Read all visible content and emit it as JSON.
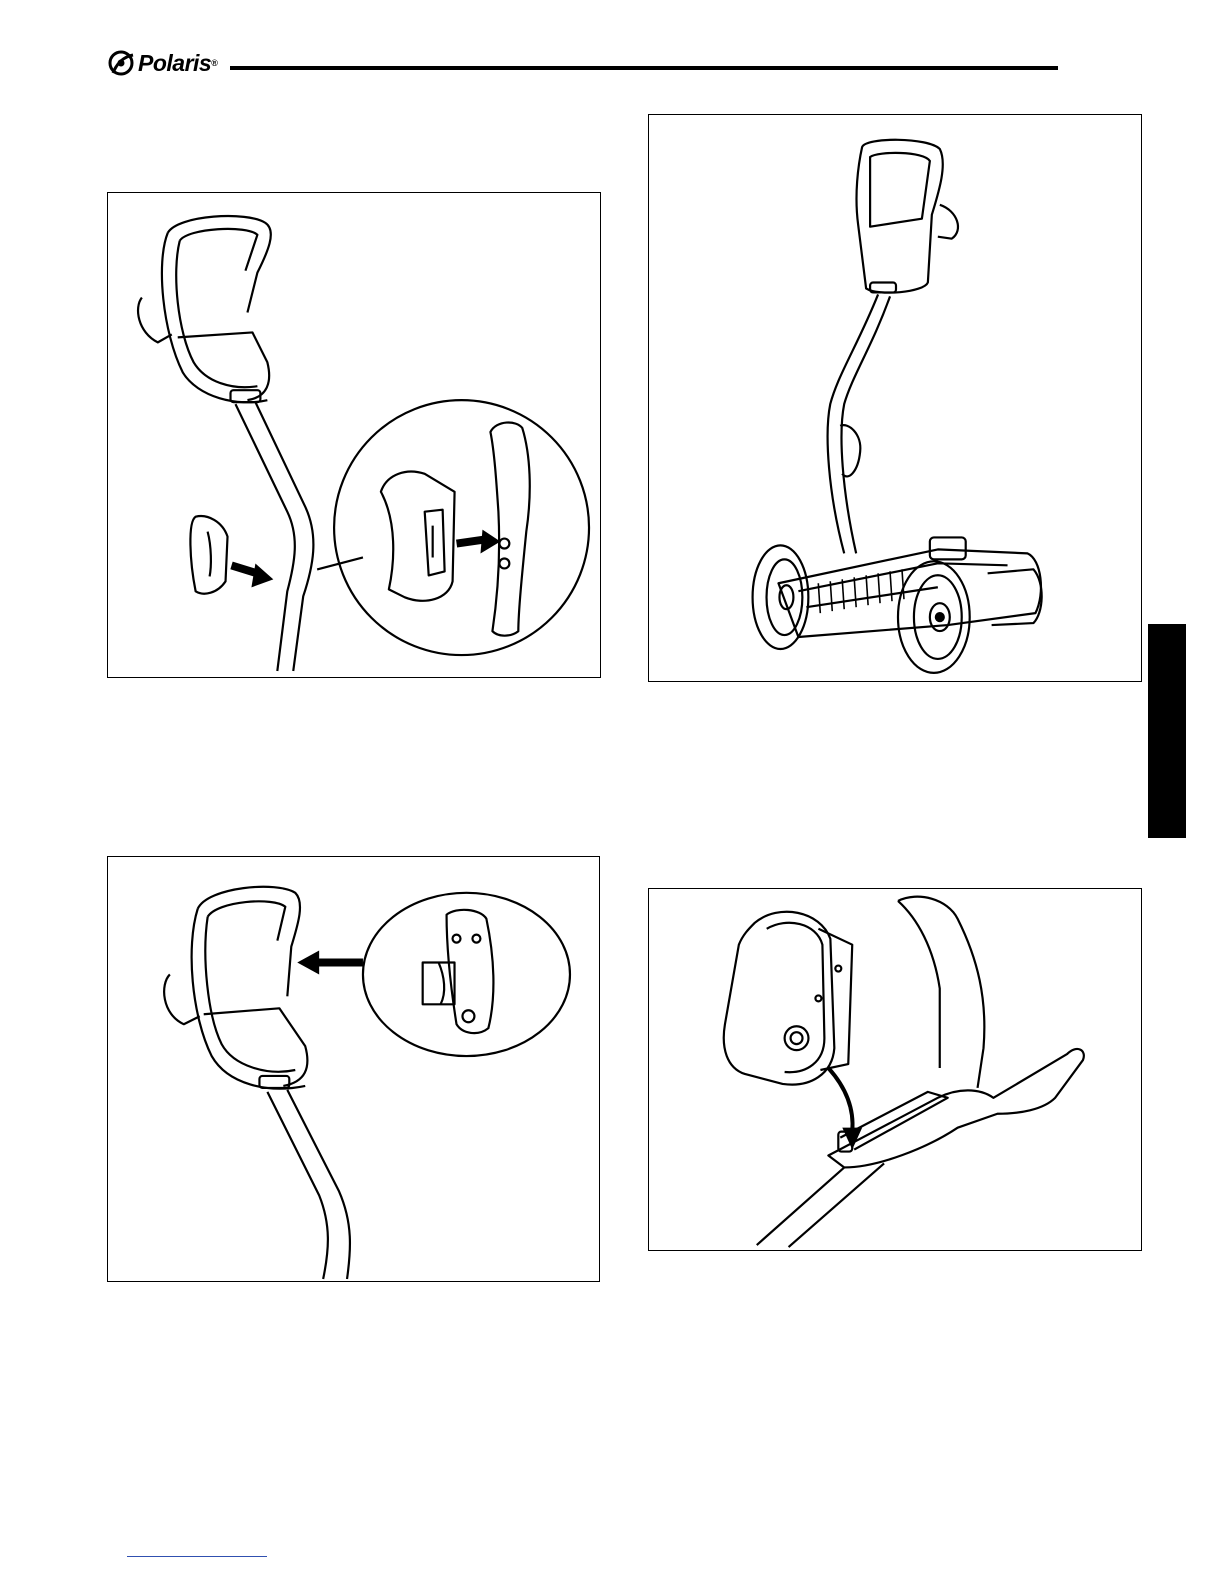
{
  "header": {
    "brand": "Polaris",
    "registered_mark": "®",
    "logo_icon": "polaris-swirl-icon"
  },
  "figures": [
    {
      "id": "clip-attach",
      "depicts": "handle-clip-icon"
    },
    {
      "id": "assembled-cleaner",
      "depicts": "pool-cleaner-icon"
    },
    {
      "id": "handle-bracket",
      "depicts": "bracket-icon"
    },
    {
      "id": "controller-mount",
      "depicts": "controller-icon"
    }
  ],
  "colors": {
    "ink": "#000000",
    "paper": "#ffffff",
    "footer_link": "#3050b0"
  }
}
